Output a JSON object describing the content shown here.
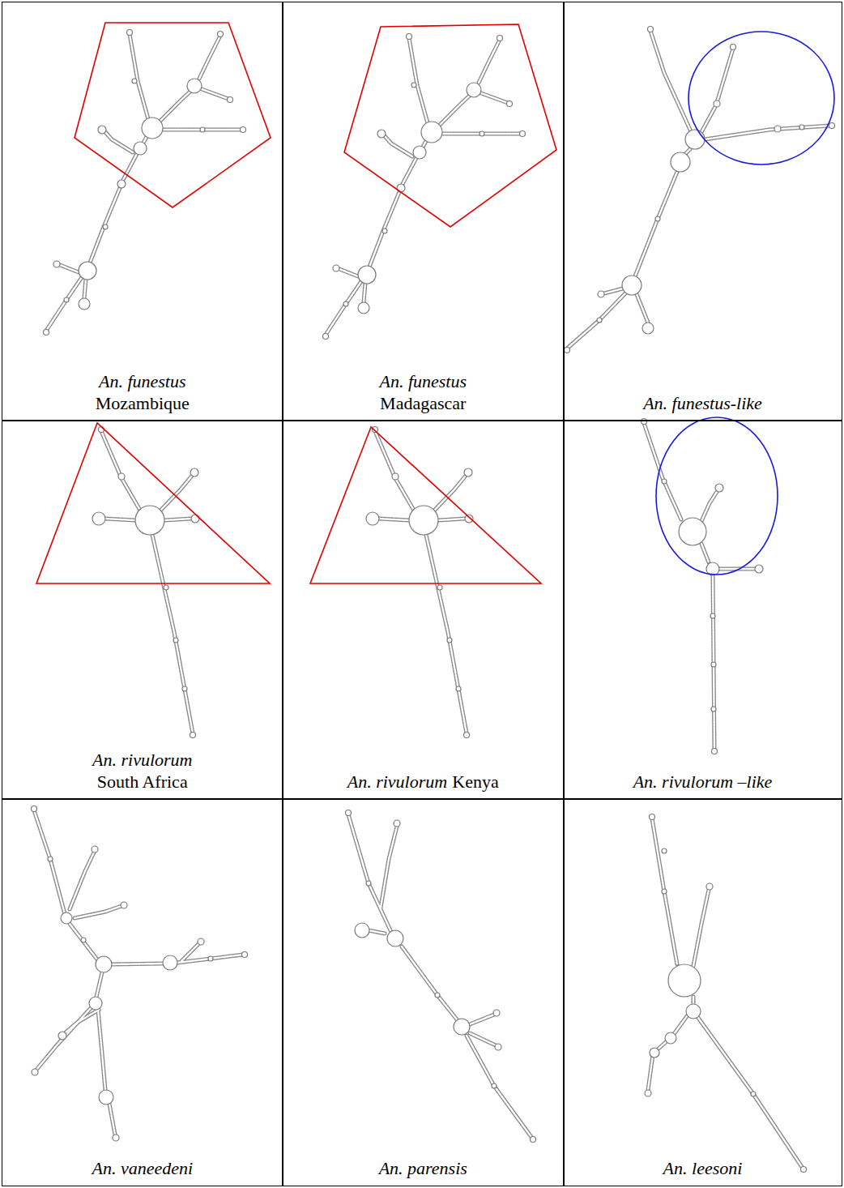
{
  "diagram": {
    "nodes": [
      {
        "text": [
          "An. funestus",
          "Mozambique"
        ]
      },
      {
        "text": [
          "An. funestus",
          "Madagascar"
        ]
      },
      {
        "text": [
          "An. funestus-like"
        ]
      },
      {
        "text": [
          "An. rivulorum",
          "South Africa"
        ]
      },
      {
        "text": [
          "An. rivulorum",
          "Kenya"
        ]
      },
      {
        "text": [
          "An. rivulorum –like"
        ]
      },
      {
        "text": [
          "An. vaneedeni"
        ]
      },
      {
        "text": [
          "An. parensis"
        ]
      },
      {
        "text": [
          "An. leesoni"
        ]
      }
    ]
  }
}
